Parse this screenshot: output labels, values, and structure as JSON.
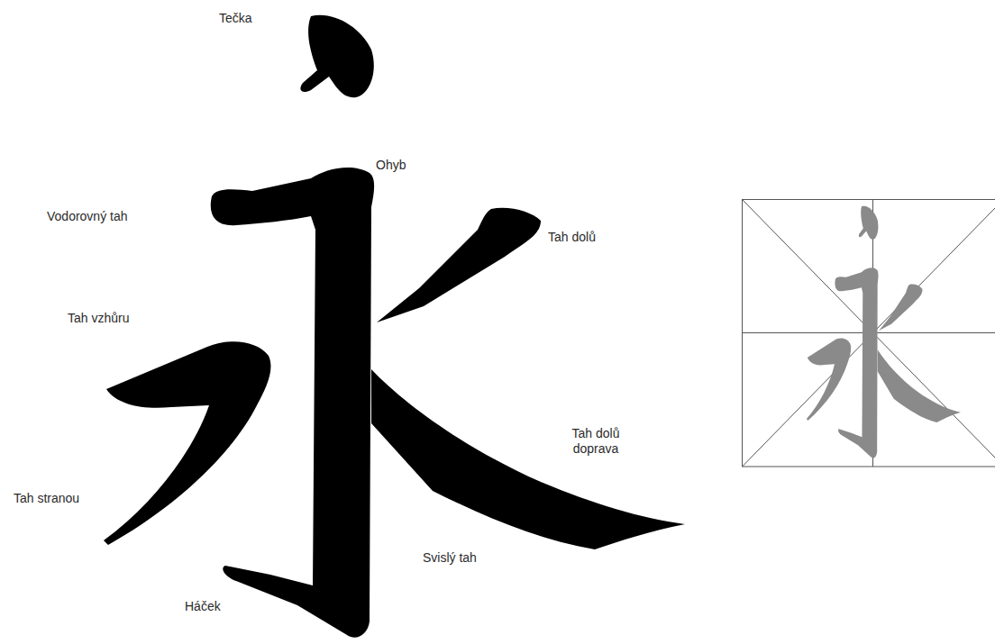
{
  "diagram": {
    "labels": [
      "Tečka",
      "Ohyb",
      "Vodorovný tah",
      "Tah dolů",
      "Tah vzhůru",
      "Tah dolů doprava",
      "Tah stranou",
      "Svislý tah",
      "Háček"
    ]
  }
}
